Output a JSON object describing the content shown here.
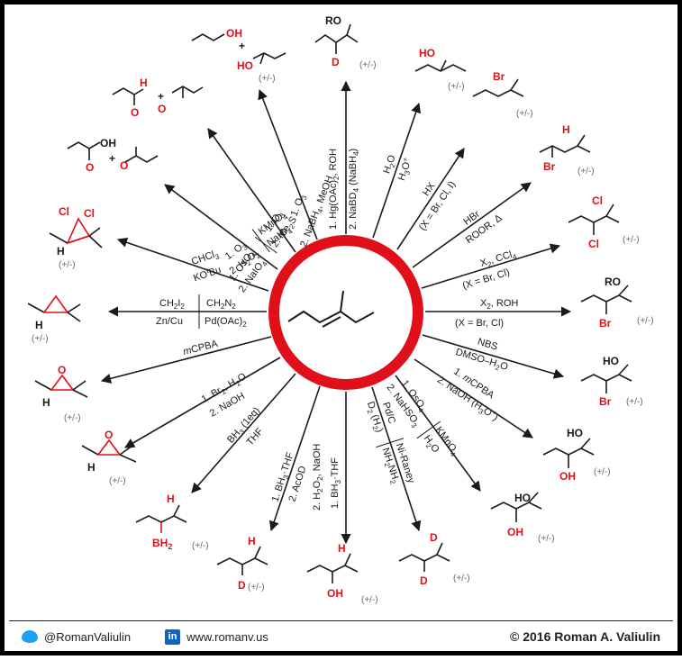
{
  "reagents": {
    "hydroboration_ox": [
      "1. BH",
      "3",
      "·THF",
      "2. H",
      "2",
      "O",
      "2",
      ", NaOH"
    ],
    "hydroboration_acod": [
      "1. BH",
      "3",
      "·THF",
      "2. AcOD"
    ],
    "bh3": [
      "BH",
      "3",
      " (1eq)",
      "THF"
    ],
    "halohydrin_epox": [
      "1. Br",
      "2",
      ", H",
      "2",
      "O",
      "2. NaOH"
    ],
    "mcpba": [
      "m",
      "CPBA"
    ],
    "simmons": [
      "CH",
      "2",
      "I",
      "2",
      "Zn/Cu",
      "CH",
      "2",
      "N",
      "2",
      "Pd(OAc)",
      "2"
    ],
    "dichloro": [
      "CHCl",
      "3",
      "KO",
      "t",
      "Bu"
    ],
    "ozonolysis_ox": [
      "1. O",
      "3",
      "2. H",
      "2",
      "O",
      "2",
      "KMnO",
      "4",
      "NaIO",
      "4"
    ],
    "ozonolysis_red": [
      "1. O",
      "3",
      "2. Me",
      "2",
      "S",
      "1. OsO",
      "4",
      "2. NaIO",
      "4"
    ],
    "ozonolysis_nabh4": [
      "1. O",
      "3",
      "2. NaBH",
      "4",
      ", MeOH"
    ],
    "oxymerc": [
      "1. Hg(OAc)",
      "2",
      ", ROH",
      "2. NaBD",
      "4",
      " (NaBH",
      "4",
      ")"
    ],
    "hydration": [
      "H",
      "2",
      "O",
      "H",
      "3",
      "O",
      "+"
    ],
    "hx": [
      "HX",
      "(X = Br, Cl, I)"
    ],
    "hbr": [
      "HBr",
      "ROOR, Δ"
    ],
    "x2": [
      "X",
      "2",
      ", CCl",
      "4",
      "(X = Br, Cl)"
    ],
    "x2roh": [
      "X",
      "2",
      ", ROH",
      "(X = Br, Cl)"
    ],
    "nbs": [
      "NBS",
      "DMSO–H",
      "2",
      "O"
    ],
    "epox_open": [
      "1. ",
      "m",
      "CPBA",
      "2. NaOH (H",
      "3",
      "O",
      "+",
      ")"
    ],
    "dihydrox": [
      "1. OsO",
      "4",
      "2. NaHSO",
      "3",
      "KMnO",
      "4",
      "H",
      "2",
      "O"
    ],
    "hydrogenation": [
      "Pd/C",
      "D",
      "2",
      " (H",
      "2",
      ")",
      "Ni-Raney",
      "NH",
      "2",
      "NH",
      "2"
    ]
  },
  "atoms": {
    "H": "H",
    "D": "D",
    "O": "O",
    "OH": "OH",
    "HO": "HO",
    "RO": "RO",
    "Br": "Br",
    "Cl": "Cl",
    "BH2": "BH",
    "two": "2",
    "plus": "+"
  },
  "stereo_note": "(+/-)",
  "footer": {
    "twitter": "@RomanValiulin",
    "linkedin_glyph": "in",
    "website": "www.romanv.us",
    "copyright": "© 2016 Roman A. Valiulin"
  },
  "colors": {
    "ring": "#e0101a",
    "highlight": "#e0101a",
    "line": "#1a1a1a",
    "stereo_note": "#666666"
  }
}
